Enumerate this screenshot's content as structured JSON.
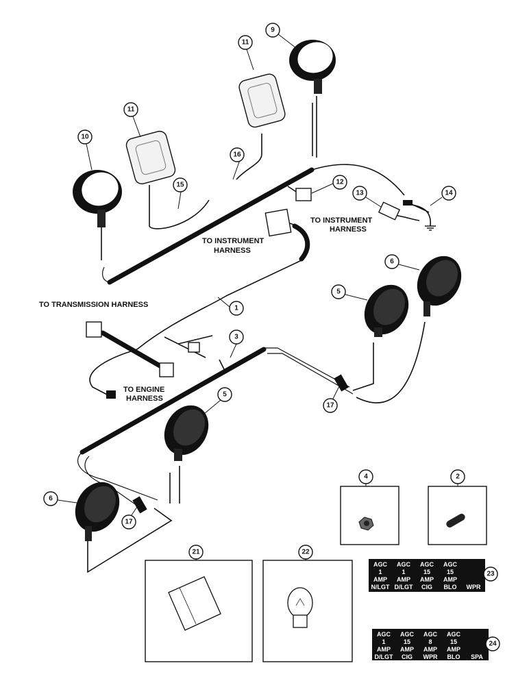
{
  "labels": {
    "to_instrument_harness_1": [
      "TO INSTRUMENT",
      "HARNESS"
    ],
    "to_instrument_harness_2": [
      "TO INSTRUMENT",
      "HARNESS"
    ],
    "to_transmission_harness": "TO TRANSMISSION HARNESS",
    "to_engine_harness": [
      "TO ENGINE",
      "HARNESS"
    ]
  },
  "callouts": {
    "c1": "1",
    "c2": "2",
    "c3": "3",
    "c4": "4",
    "c5a": "5",
    "c5b": "5",
    "c6a": "6",
    "c6b": "6",
    "c9": "9",
    "c10": "10",
    "c11a": "11",
    "c11b": "11",
    "c12": "12",
    "c13": "13",
    "c14": "14",
    "c15": "15",
    "c16": "16",
    "c17a": "17",
    "c17b": "17",
    "c21": "21",
    "c22": "22",
    "c23": "23",
    "c24": "24"
  },
  "fuse_panel_23": {
    "row1": [
      "AGC",
      "AGC",
      "AGC",
      "AGC",
      ""
    ],
    "row2": [
      "1",
      "1",
      "15",
      "15",
      ""
    ],
    "row3": [
      "AMP",
      "AMP",
      "AMP",
      "AMP",
      ""
    ],
    "row4": [
      "N/LGT",
      "D/LGT",
      "CIG",
      "BLO",
      "WPR"
    ]
  },
  "fuse_panel_24": {
    "row1": [
      "AGC",
      "AGC",
      "AGC",
      "AGC",
      ""
    ],
    "row2": [
      "1",
      "15",
      "8",
      "15",
      ""
    ],
    "row3": [
      "AMP",
      "AMP",
      "AMP",
      "AMP",
      ""
    ],
    "row4": [
      "D/LGT",
      "CIG",
      "WPR",
      "BLO",
      "SPA"
    ]
  }
}
